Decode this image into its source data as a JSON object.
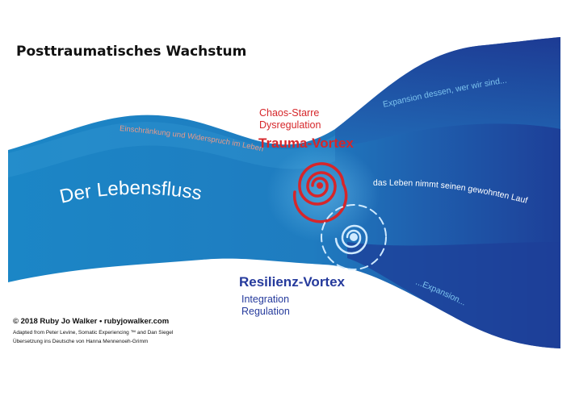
{
  "title": "Posttraumatisches Wachstum",
  "river_label": "Der Lebensfluss",
  "upper_path_text": "Einschränkung und Widerspruch im Leben",
  "expansion_upper": "Expansion dessen, wer wir sind...",
  "normal_flow": "das Leben nimmt seinen gewohnten Lauf",
  "expansion_lower": "...Expansion...",
  "trauma": {
    "lines": [
      "Chaos-Starre",
      "Dysregulation"
    ],
    "name": "Trauma-Vortex",
    "color": "#d6262a"
  },
  "resilience": {
    "name": "Resilienz-Vortex",
    "lines": [
      "Integration",
      "Regulation"
    ],
    "color": "#253a9c"
  },
  "credits": {
    "line1": "© 2018 Ruby Jo Walker • rubyjowalker.com",
    "line2": "Adapted from Peter Levine, Somatic Experiencing ™ and Dan Siegel",
    "line3": "Übersetzung ins Deutsche von Hanna Mennenoeh-Grimm"
  },
  "colors": {
    "river_light": "#1a82c4",
    "river_dark": "#1e3f98",
    "river_text": "#ffffff",
    "constriction_text": "#e89a8a",
    "expansion_text": "#7cc2ee"
  }
}
